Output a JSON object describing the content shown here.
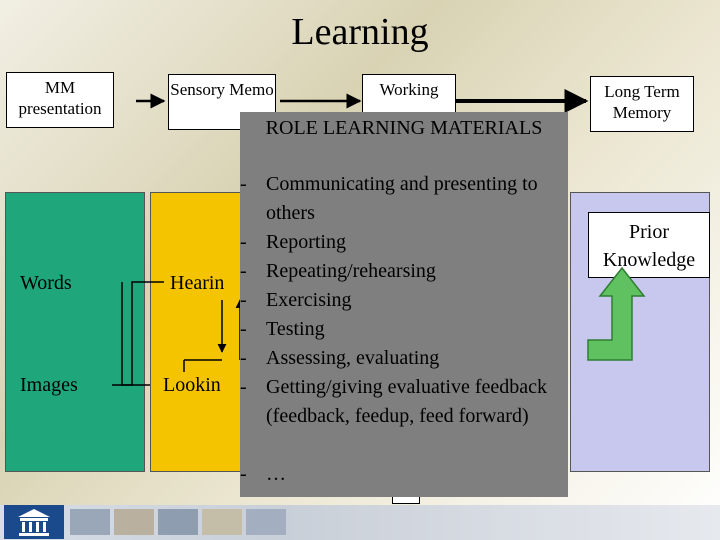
{
  "title": "Learning",
  "boxes": {
    "mm_presentation": "MM presentation",
    "sensory_memory": "Sensory Memo",
    "working_memory": "Working",
    "long_term_memory": "Long Term Memory",
    "prior_knowledge": "Prior Knowledge"
  },
  "panels": {
    "words": "Words",
    "images": "Images",
    "hearing": "Hearin",
    "looking": "Lookin"
  },
  "overlay": {
    "title": "ROLE LEARNING MATERIALS",
    "items": [
      "Communicating and presenting to others",
      "Reporting",
      "Repeating/rehearsing",
      "Exercising",
      "Testing",
      "Assessing, evaluating",
      "Getting/giving evaluative feedback (feedback, feedup, feed forward)",
      "…"
    ]
  },
  "colors": {
    "green": "#1fa67a",
    "yellow": "#f5c400",
    "lavender": "#c8c8ee",
    "overlay_gray": "#7f7f7f",
    "arrow_green": "#5fc15f"
  }
}
